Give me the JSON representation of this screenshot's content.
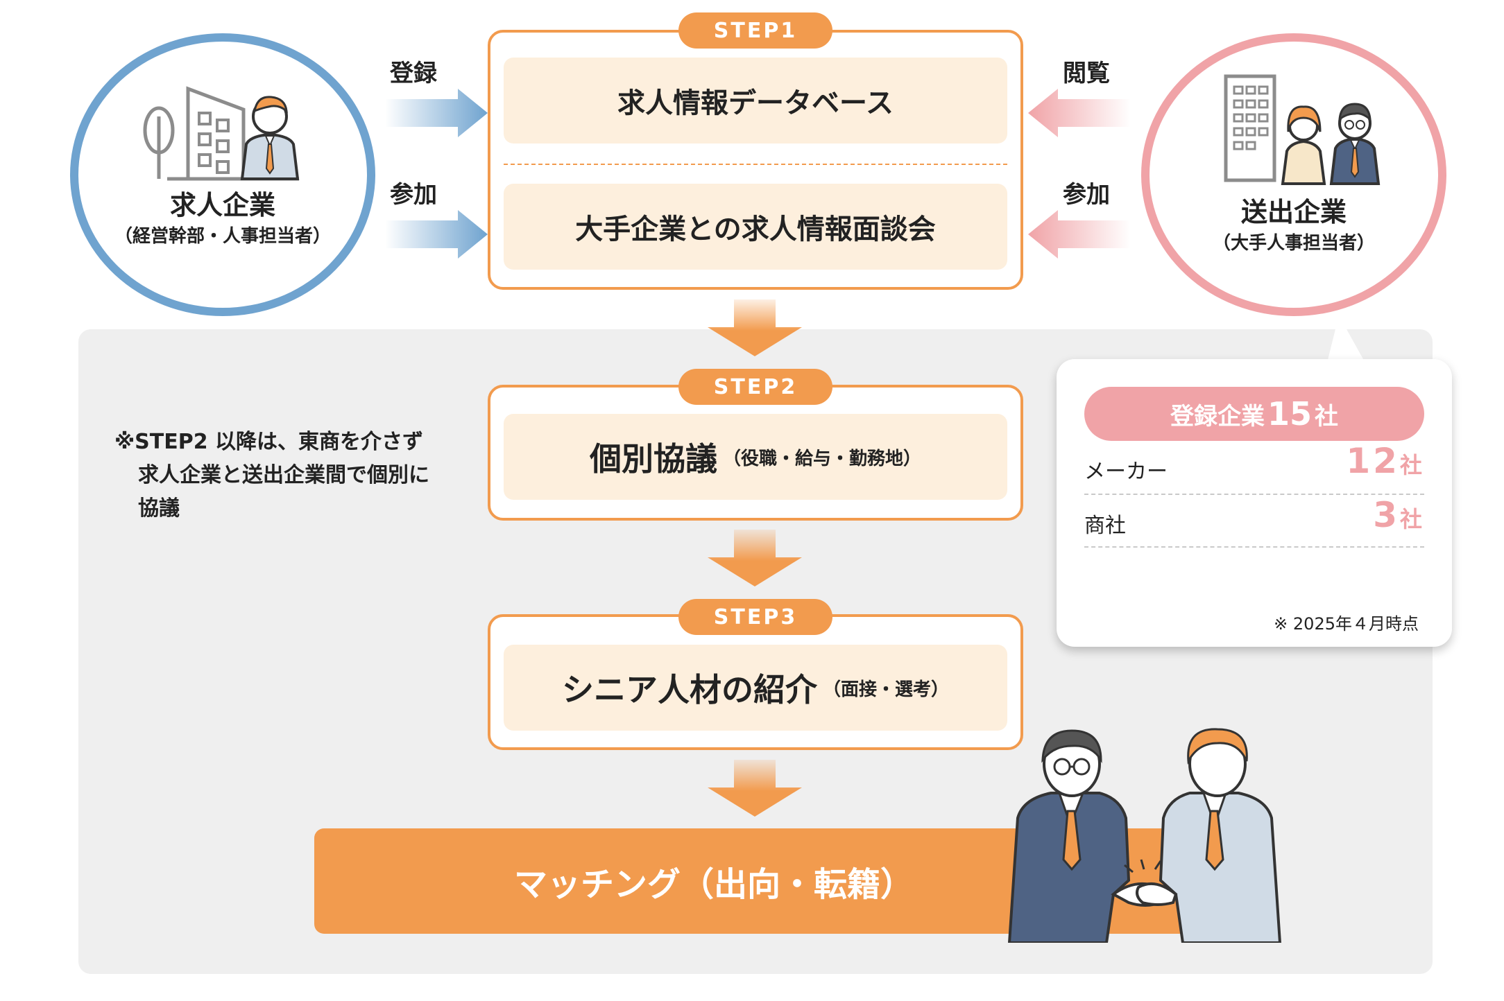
{
  "left_entity": {
    "title": "求人企業",
    "subtitle": "（経営幹部・人事担当者）"
  },
  "right_entity": {
    "title": "送出企業",
    "subtitle": "（大手人事担当者）"
  },
  "left_arrows": {
    "top": "登録",
    "bottom": "参加"
  },
  "right_arrows": {
    "top": "閲覧",
    "bottom": "参加"
  },
  "step1": {
    "badge": "STEP1",
    "item1": "求人情報データベース",
    "item2": "大手企業との求人情報面談会"
  },
  "step2": {
    "badge": "STEP2",
    "main": "個別協議",
    "detail": "（役職・給与・勤務地）"
  },
  "step3": {
    "badge": "STEP3",
    "main": "シニア人材の紹介",
    "detail": "（面接・選考）"
  },
  "note": {
    "line1": "※STEP2 以降は、東商を介さず",
    "line2": "求人企業と送出企業間で個別に",
    "line3": "協議"
  },
  "matching": "マッチング（出向・転籍）",
  "callout": {
    "header_prefix": "登録企業",
    "header_number": "15",
    "header_unit": "社",
    "rows": [
      {
        "label": "メーカー",
        "value": "12",
        "unit": "社"
      },
      {
        "label": "商社",
        "value": "3",
        "unit": "社"
      }
    ],
    "footnote": "※ 2025年４月時点"
  },
  "colors": {
    "orange": "#f29b4e",
    "blue": "#6fa3cf",
    "pink": "#f0a3a7",
    "cream": "#fdefdd",
    "panel": "#efefef"
  }
}
